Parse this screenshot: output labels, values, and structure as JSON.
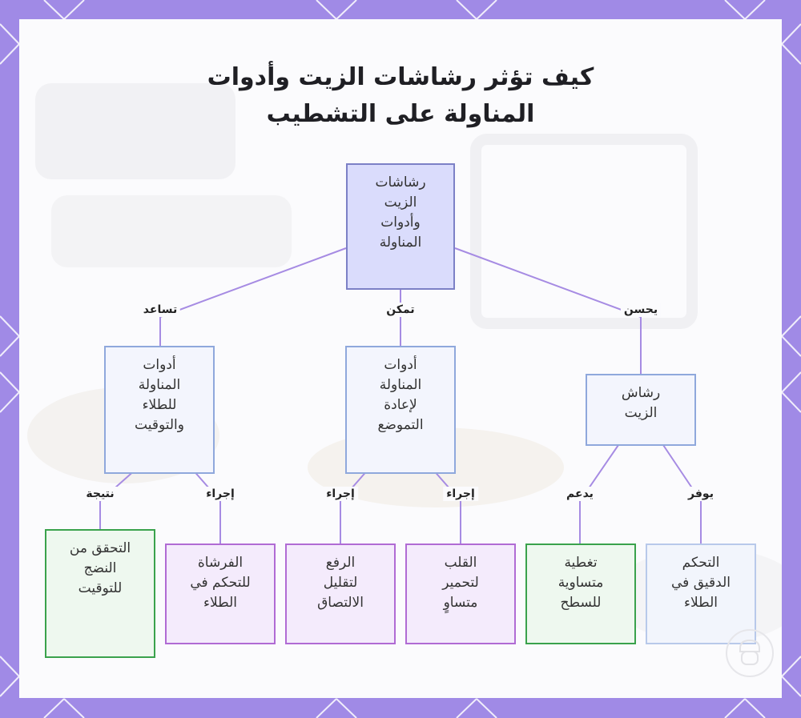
{
  "title": [
    "كيف تؤثر رشاشات الزيت وأدوات",
    "المناولة على التشطيب"
  ],
  "nodes": {
    "root": [
      "رشاشات",
      "الزيت",
      "وأدوات",
      "المناولة"
    ],
    "tools_coating": [
      "أدوات",
      "المناولة",
      "للطلاء",
      "والتوقيت"
    ],
    "tools_reposition": [
      "أدوات",
      "المناولة",
      "لإعادة",
      "التموضع"
    ],
    "sprayer": [
      "رشاش",
      "الزيت"
    ],
    "doneness_check": [
      "التحقق من",
      "النضج",
      "للتوقيت"
    ],
    "brush": [
      "الفرشاة",
      "للتحكم في",
      "الطلاء"
    ],
    "lift": [
      "الرفع",
      "لتقليل",
      "الالتصاق"
    ],
    "flip": [
      "القلب",
      "لتحمير",
      "متساوٍ"
    ],
    "even_coverage": [
      "تغطية",
      "متساوية",
      "للسطح"
    ],
    "precise_control": [
      "التحكم",
      "الدقيق في",
      "الطلاء"
    ]
  },
  "edge_labels": {
    "helps": "تساعد",
    "enables": "تمكن",
    "improves": "يحسن",
    "result": "نتيجة",
    "action_brush": "إجراء",
    "action_lift": "إجراء",
    "action_flip": "إجراء",
    "supports": "يدعم",
    "provides": "يوفر"
  },
  "colors": {
    "frame": "#a08ae6",
    "edge": "#a68be3",
    "root_fill": "#dadcfc",
    "green_border": "#3aa24c",
    "purple_border": "#b06bd4"
  }
}
